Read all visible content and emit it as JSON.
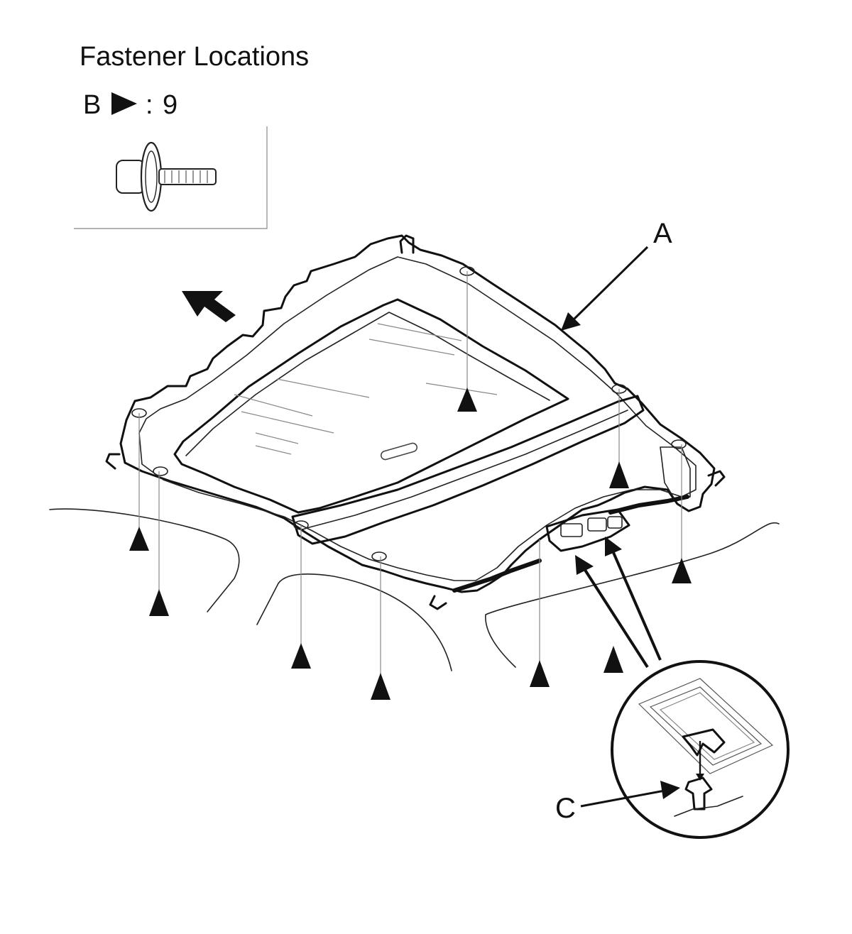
{
  "title": "Fastener Locations",
  "legend": {
    "letter": "B",
    "symbol": "triangle-marker",
    "separator": ":",
    "count": "9"
  },
  "labels": {
    "a": "A",
    "c": "C"
  },
  "icons": [
    "flange-bolt-icon",
    "triangle-marker-icon",
    "front-direction-arrow-icon"
  ]
}
